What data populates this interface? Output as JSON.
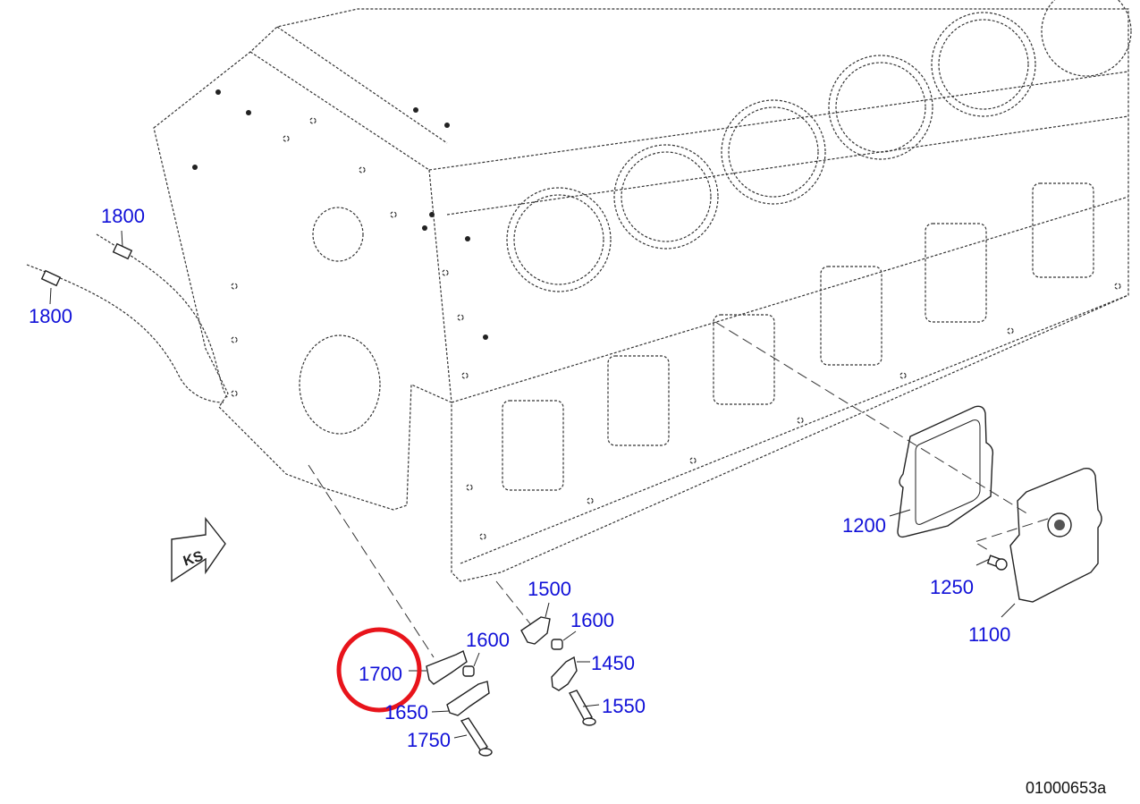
{
  "diagram": {
    "document_id": "01000653a",
    "direction_marker": "KS",
    "highlight_color": "#e8141b",
    "callout_color": "#1010d8",
    "highlighted_callout": "1700",
    "callouts": {
      "c1800a": "1800",
      "c1800b": "1800",
      "c1200": "1200",
      "c1250": "1250",
      "c1100": "1100",
      "c1500": "1500",
      "c1600a": "1600",
      "c1600b": "1600",
      "c1700": "1700",
      "c1450": "1450",
      "c1550": "1550",
      "c1650": "1650",
      "c1750": "1750"
    }
  }
}
